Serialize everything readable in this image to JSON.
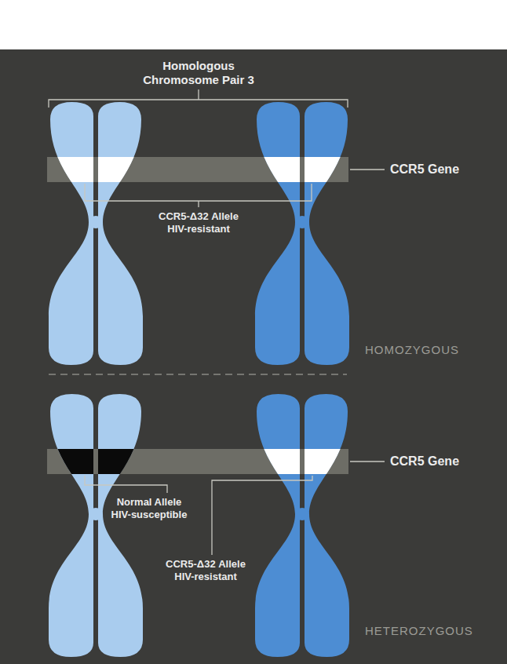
{
  "diagram": {
    "title": "Homologous Chromosome Pair 3",
    "labels": [
      "CCR5 Gene",
      "CCR5-Δ32 Allele HIV-resistant",
      "HOMOZYGOUS",
      "CCR5 Gene",
      "Normal Allele HIV-susceptible",
      "CCR5-Δ32 Allele HIV-resistant",
      "HETEROZYGOUS"
    ]
  }
}
